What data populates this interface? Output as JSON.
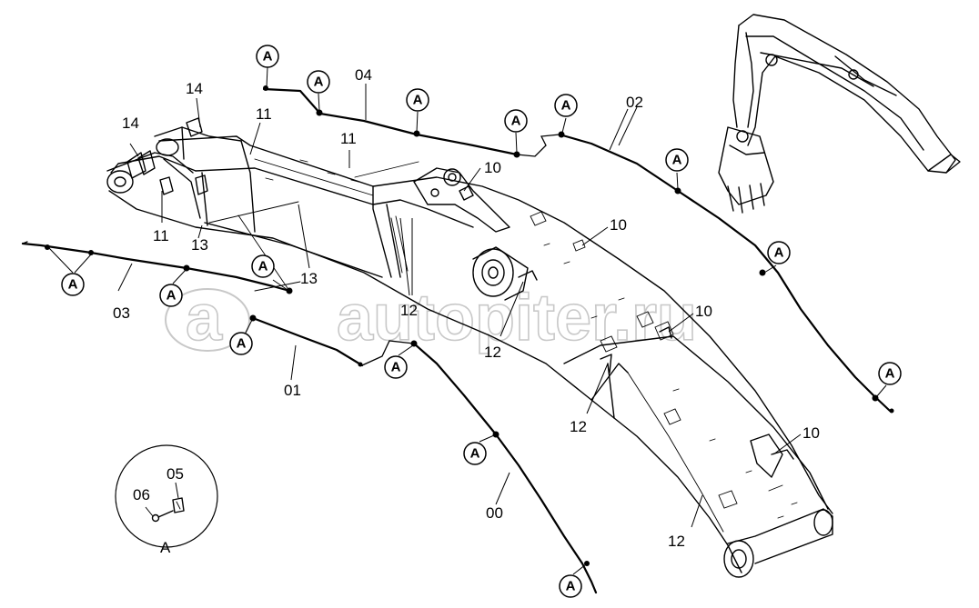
{
  "watermark": {
    "logo_letter": "a",
    "text": "autopiter.ru"
  },
  "callout_letter": "A",
  "labels": {
    "l00": "00",
    "l01": "01",
    "l02": "02",
    "l03": "03",
    "l04": "04",
    "l05": "05",
    "l06": "06",
    "l10a": "10",
    "l10b": "10",
    "l10c": "10",
    "l10d": "10",
    "l11a": "11",
    "l11b": "11",
    "l11c": "11",
    "l12a": "12",
    "l12b": "12",
    "l12c": "12",
    "l12d": "12",
    "l13a": "13",
    "l13b": "13",
    "l14a": "14",
    "l14b": "14"
  },
  "detail": {
    "label": "A"
  }
}
